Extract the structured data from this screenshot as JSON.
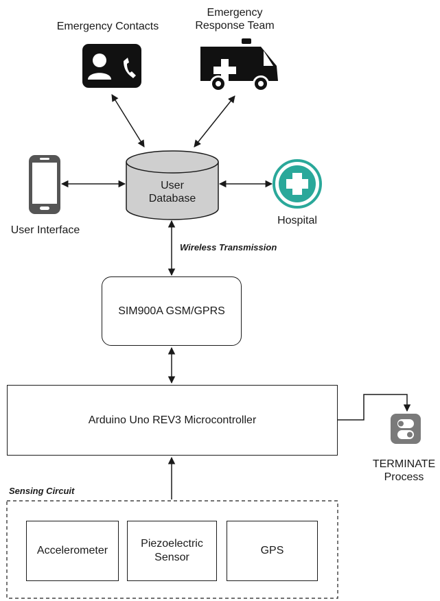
{
  "nodes": {
    "emergency_contacts": "Emergency Contacts",
    "emergency_response_team_line1": "Emergency",
    "emergency_response_team_line2": "Response Team",
    "user_database_line1": "User",
    "user_database_line2": "Database",
    "user_interface": "User Interface",
    "hospital": "Hospital",
    "gsm_module": "SIM900A GSM/GPRS",
    "microcontroller": "Arduino Uno REV3 Microcontroller",
    "terminate_line1": "TERMINATE",
    "terminate_line2": "Process",
    "accelerometer": "Accelerometer",
    "piezo_line1": "Piezoelectric",
    "piezo_line2": "Sensor",
    "gps": "GPS"
  },
  "edge_labels": {
    "wireless": "Wireless Transmission",
    "sensing_circuit": "Sensing Circuit"
  },
  "colors": {
    "stroke": "#1a1a1a",
    "database_fill": "#cfcfcf",
    "hospital_teal": "#2aa89a",
    "terminate_gray": "#7a7a7a",
    "phone_gray": "#555555"
  },
  "icons": [
    "contact-card-icon",
    "ambulance-icon",
    "smartphone-icon",
    "hospital-cross-icon",
    "terminate-toggle-icon"
  ]
}
